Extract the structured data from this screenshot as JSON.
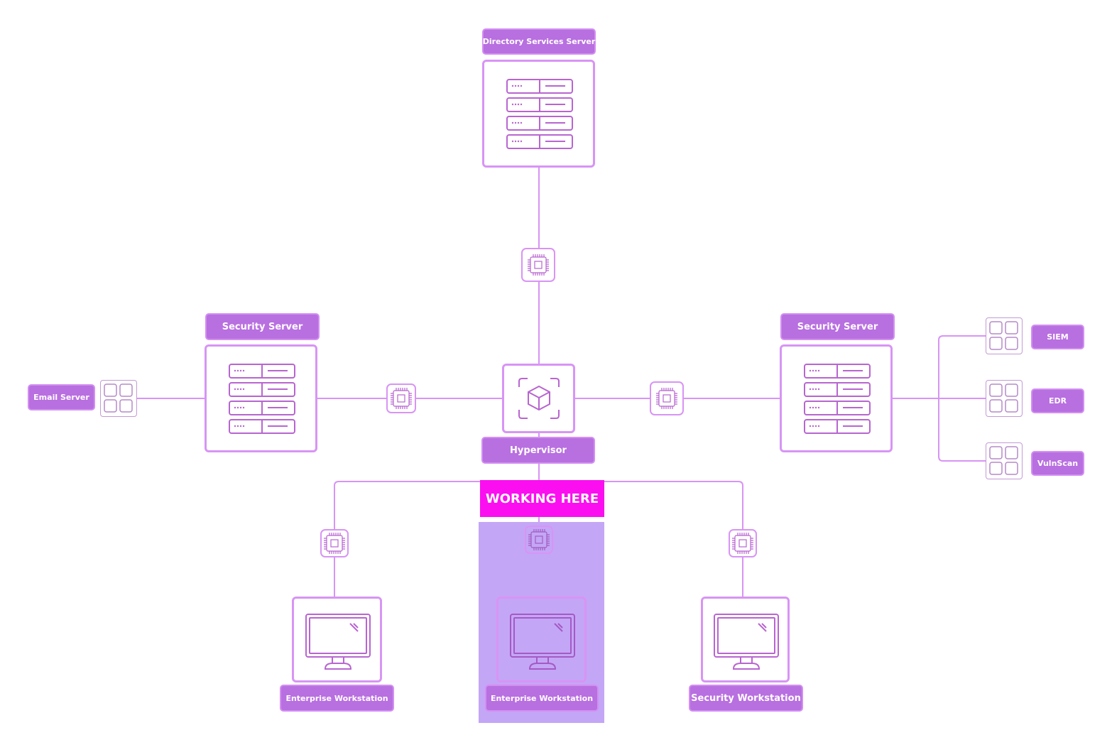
{
  "diagram": {
    "nodes": {
      "directory": {
        "label": "Directory Services Server",
        "icon": "server-rack-icon"
      },
      "security_left": {
        "label": "Security Server",
        "icon": "server-rack-icon"
      },
      "security_right": {
        "label": "Security Server",
        "icon": "server-rack-icon"
      },
      "hypervisor": {
        "label": "Hypervisor",
        "icon": "cube-icon"
      },
      "email": {
        "label": "Email Server",
        "icon": "grid-apps-icon"
      },
      "siem": {
        "label": "SIEM",
        "icon": "grid-apps-icon"
      },
      "edr": {
        "label": "EDR",
        "icon": "grid-apps-icon"
      },
      "vulnscan": {
        "label": "VulnScan",
        "icon": "grid-apps-icon"
      },
      "ws_left": {
        "label": "Enterprise Workstation",
        "icon": "monitor-icon"
      },
      "ws_center": {
        "label": "Enterprise Workstation",
        "icon": "monitor-icon"
      },
      "ws_right": {
        "label": "Security Workstation",
        "icon": "monitor-icon"
      }
    },
    "connectors": [
      "cpu-chip-icon"
    ],
    "highlight": {
      "label": "WORKING HERE",
      "color": "#fb0ff0",
      "region_color": "#c4a6f6"
    },
    "colors": {
      "label_fill": "#b86fe0",
      "stroke": "#d894f5",
      "icon_stroke": "#b865d0"
    }
  }
}
